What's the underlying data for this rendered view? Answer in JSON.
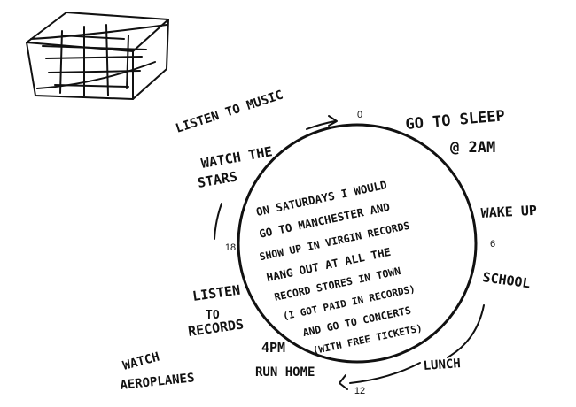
{
  "clock": {
    "hours": {
      "top": "0",
      "right": "6",
      "bottom": "12",
      "left": "18"
    }
  },
  "center_note": [
    "ON SATURDAYS I WOULD",
    "GO TO MANCHESTER AND",
    "SHOW UP IN VIRGIN RECORDS",
    "HANG OUT AT ALL THE",
    "RECORD STORES IN TOWN",
    "(I GOT PAID IN RECORDS)",
    "AND GO TO CONCERTS",
    "(WITH FREE TICKETS)"
  ],
  "activities": {
    "sleep": [
      "GO TO SLEEP",
      "@ 2AM"
    ],
    "wake": "WAKE UP",
    "school": "SCHOOL",
    "lunch": "LUNCH",
    "run_home": [
      "4PM",
      "RUN HOME"
    ],
    "listen_records": [
      "LISTEN",
      "TO",
      "RECORDS"
    ],
    "watch_planes": [
      "WATCH",
      "AEROPLANES"
    ],
    "watch_stars": [
      "WATCH THE",
      "STARS"
    ],
    "listen_music": "LISTEN TO MUSIC"
  }
}
